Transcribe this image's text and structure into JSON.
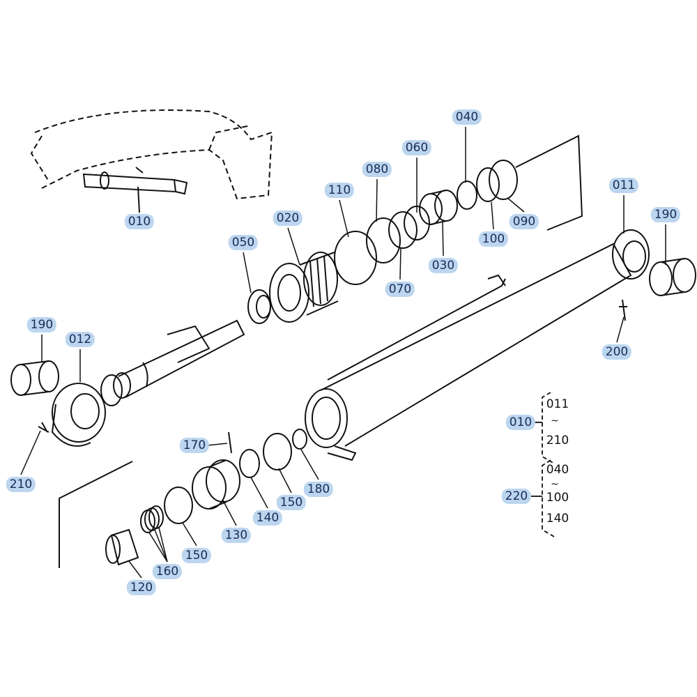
{
  "callouts": [
    {
      "label": "010"
    },
    {
      "label": "040"
    },
    {
      "label": "060"
    },
    {
      "label": "080"
    },
    {
      "label": "110"
    },
    {
      "label": "020"
    },
    {
      "label": "050"
    },
    {
      "label": "011"
    },
    {
      "label": "190"
    },
    {
      "label": "100"
    },
    {
      "label": "090"
    },
    {
      "label": "030"
    },
    {
      "label": "070"
    },
    {
      "label": "190"
    },
    {
      "label": "012"
    },
    {
      "label": "200"
    },
    {
      "label": "210"
    },
    {
      "label": "170"
    },
    {
      "label": "180"
    },
    {
      "label": "150"
    },
    {
      "label": "140"
    },
    {
      "label": "130"
    },
    {
      "label": "150"
    },
    {
      "label": "160"
    },
    {
      "label": "120"
    }
  ],
  "legend": {
    "group1": {
      "key": "010",
      "from": "011",
      "tilde": "~",
      "to": "210"
    },
    "group2": {
      "key": "220",
      "from": "040",
      "tilde": "~",
      "to": "100",
      "extra": "140"
    }
  },
  "colors": {
    "highlight": "#bcd6ef",
    "ink": "#111111",
    "label_text": "#1b2b57"
  }
}
